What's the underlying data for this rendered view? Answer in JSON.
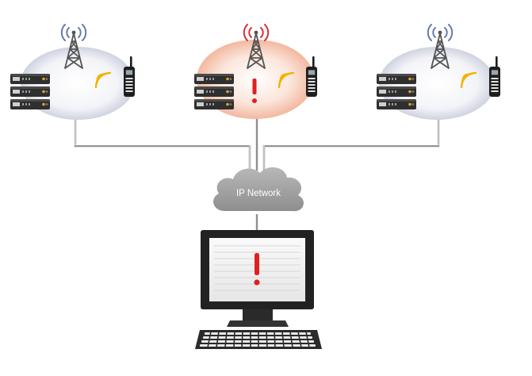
{
  "network": {
    "label": "IP Network"
  },
  "sites": [
    {
      "status": "normal"
    },
    {
      "status": "alarm"
    },
    {
      "status": "normal"
    }
  ],
  "colors": {
    "tower": "#555555",
    "signal_normal": "#6a78b0",
    "signal_alarm": "#d63030",
    "radio_waves": "#f2b400",
    "alert": "#e02020",
    "link": "#8f8f8f",
    "cloud": "#a9a9a9",
    "halo_normal": "#d8dde9",
    "halo_alarm": "#f7c8b6"
  },
  "icons": {
    "site": "radio-tower-icon",
    "device": "rack-server-icon",
    "handset": "walkie-talkie-icon",
    "network": "cloud-icon",
    "console": "monitor-icon",
    "input": "keyboard-icon",
    "alert": "exclamation-icon"
  }
}
